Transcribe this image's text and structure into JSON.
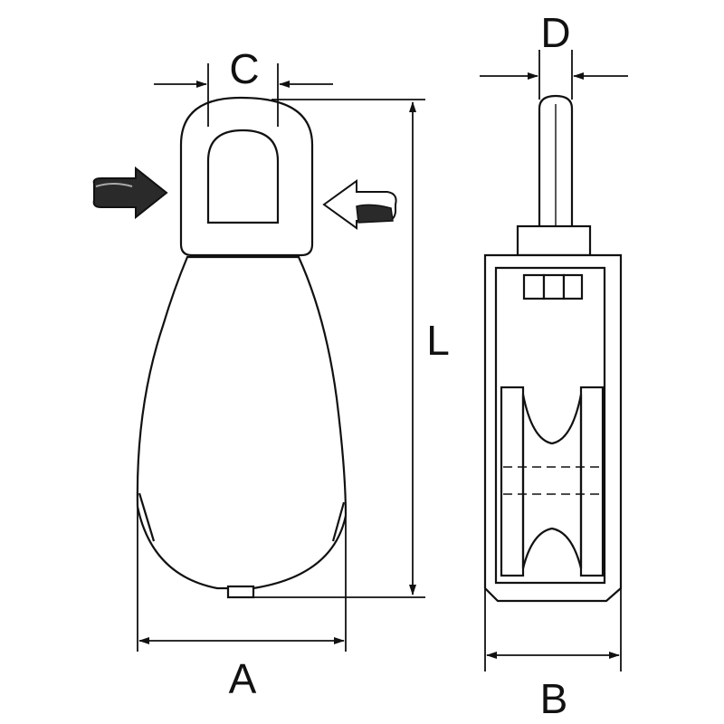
{
  "labels": {
    "c": "C",
    "d": "D",
    "l": "L",
    "a": "A",
    "b": "B"
  },
  "colors": {
    "line": "#111111",
    "body_fill": "#ffffff",
    "arrow_dark": "#222222",
    "arrow_light": "#ffffff"
  }
}
